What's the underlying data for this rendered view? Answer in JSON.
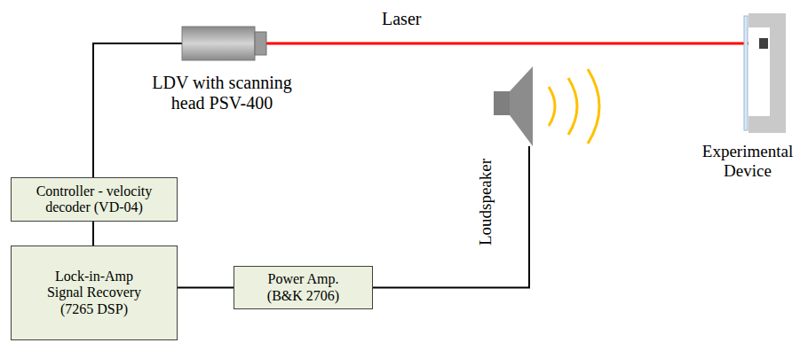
{
  "diagram": {
    "nodes": [
      {
        "text": [
          "LDV with scanning head PSV-400"
        ]
      },
      {
        "text": [
          "Controller - velocity decoder (VD-04)"
        ]
      },
      {
        "text": [
          "Lock-in-Amp Signal Recovery (7265 DSP)"
        ]
      },
      {
        "text": [
          "Power Amp. (B&K 2706)"
        ]
      },
      {
        "text": [
          "Loudspeaker"
        ]
      },
      {
        "text": [
          "Experimental Device"
        ]
      }
    ],
    "edges": [
      {
        "from": 0,
        "to": 5,
        "arrow": "none",
        "label": "Laser"
      },
      {
        "from": 0,
        "to": 1,
        "arrow": "none"
      },
      {
        "from": 1,
        "to": 2,
        "arrow": "none"
      },
      {
        "from": 2,
        "to": 3,
        "arrow": "none"
      },
      {
        "from": 3,
        "to": 4,
        "arrow": "none"
      }
    ]
  }
}
